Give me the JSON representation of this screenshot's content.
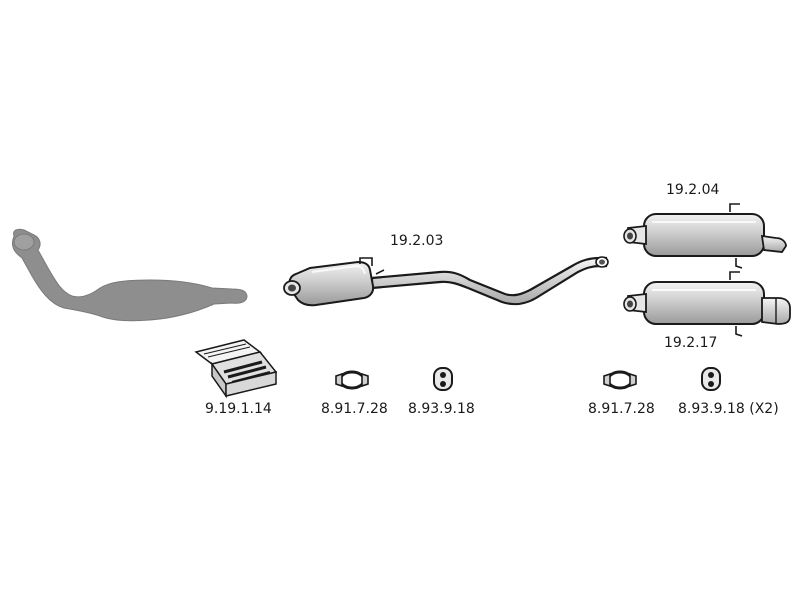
{
  "colors": {
    "catalytic_fill": "#8e8e8e",
    "part_fill": "#cfcfcf",
    "part_highlight": "#eeeeee",
    "outline": "#1a1a1a",
    "background": "#ffffff"
  },
  "parts": {
    "mounting_kit": {
      "number": "9.19.1.14"
    },
    "center_muffler": {
      "number": "19.2.03"
    },
    "clamp_center": {
      "number": "8.91.7.28"
    },
    "hanger_center": {
      "number": "8.93.9.18"
    },
    "rear_muffler_a": {
      "number": "19.2.04"
    },
    "rear_muffler_b": {
      "number": "19.2.17"
    },
    "clamp_rear": {
      "number": "8.91.7.28"
    },
    "hanger_rear": {
      "number": "8.93.9.18 (X2)"
    }
  }
}
